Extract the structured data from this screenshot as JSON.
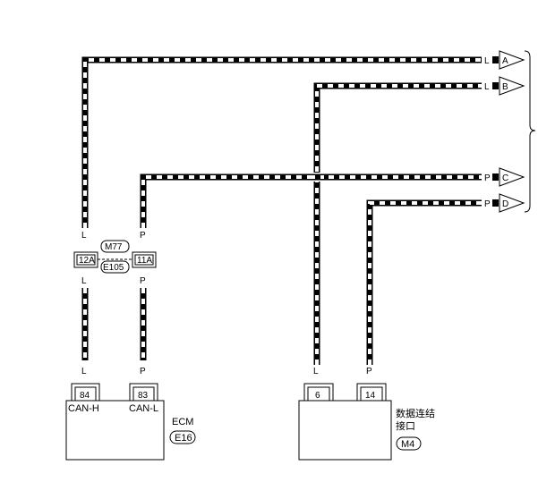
{
  "wires": {
    "color_L": "L",
    "color_P": "P"
  },
  "connectors": {
    "ecm_h_pin": "84",
    "ecm_l_pin": "83",
    "dlc_pin_l": "6",
    "dlc_pin_p": "14",
    "joint_l_pin": "12A",
    "joint_p_pin": "11A",
    "joint_conn_top": "M77",
    "joint_conn_bottom": "E105"
  },
  "components": {
    "ecm_name": "ECM",
    "ecm_conn": "E16",
    "ecm_can_h": "CAN-H",
    "ecm_can_l": "CAN-L",
    "dlc_name_line1": "数据连结",
    "dlc_name_line2": "接口",
    "dlc_conn": "M4"
  },
  "terminals": [
    "A",
    "B",
    "C",
    "D"
  ],
  "colors": {
    "wire": "#000000",
    "background": "#ffffff"
  }
}
